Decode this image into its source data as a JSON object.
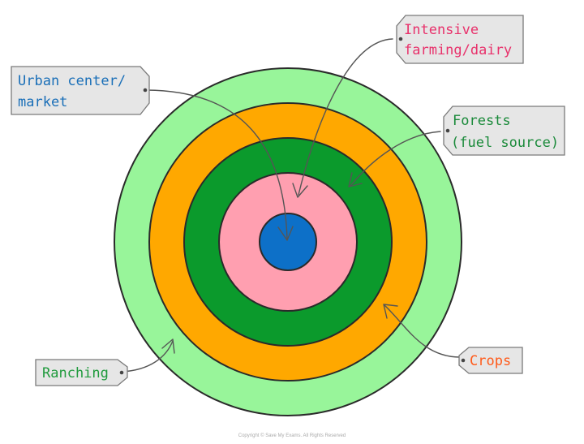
{
  "diagram": {
    "rings": [
      {
        "id": "ranching",
        "color": "#98f59a"
      },
      {
        "id": "crops",
        "color": "#ffa800"
      },
      {
        "id": "forests",
        "color": "#0b9a2c"
      },
      {
        "id": "intensive",
        "color": "#ff9fb0"
      },
      {
        "id": "urban",
        "color": "#0d70c8"
      }
    ],
    "labels": {
      "urban": {
        "line1": "Urban center/",
        "line2": "market",
        "color": "#1a6fb8"
      },
      "intensive": {
        "line1": "Intensive",
        "line2": "farming/dairy",
        "color": "#e8316b"
      },
      "forests": {
        "line1": "Forests",
        "line2": "(fuel source)",
        "color": "#1a8a3a"
      },
      "crops": {
        "line1": "Crops",
        "color": "#ff5a1a"
      },
      "ranching": {
        "line1": "Ranching",
        "color": "#1f9a3c"
      }
    },
    "tag_fill": "#e6e6e6",
    "tag_stroke": "#7a7a7a",
    "arrow_color": "#555555",
    "copyright": "Copyright © Save My Exams. All Rights Reserved"
  }
}
